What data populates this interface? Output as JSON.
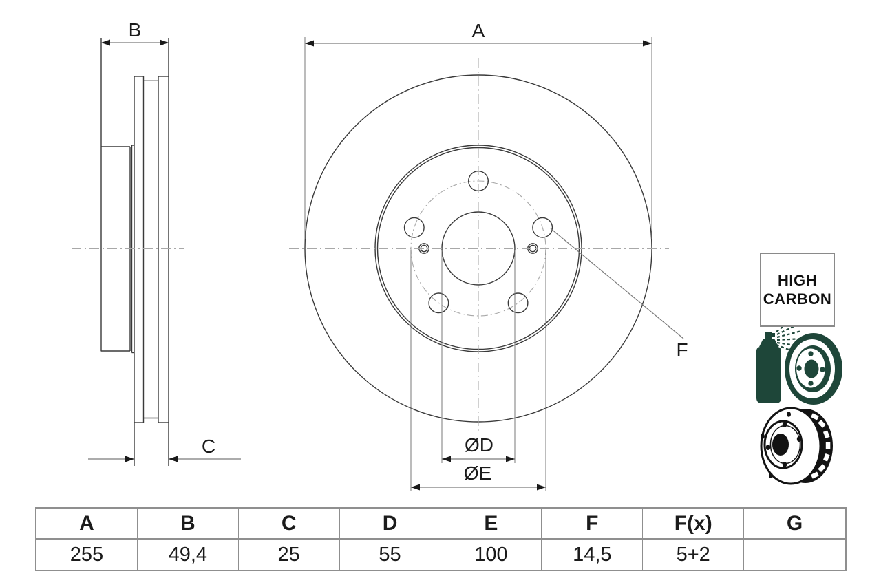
{
  "colors": {
    "background": "#ffffff",
    "line": "#3a3a3a",
    "dim_line": "#7a7a7a",
    "arrow": "#1a1a1a",
    "centerline": "#a8a8a8",
    "table_border": "#8f8f8f",
    "text": "#1b1b1b",
    "icon_green": "#1e4639",
    "icon_black": "#131313"
  },
  "labels": {
    "dim_a": "A",
    "dim_b": "B",
    "dim_c": "C",
    "dim_d": "ØD",
    "dim_e": "ØE",
    "dim_f": "F"
  },
  "badge": {
    "line1": "HIGH",
    "line2": "CARBON"
  },
  "icons": {
    "spray_icon": "spray-coated-disc-icon",
    "vented_disc_icon": "vented-disc-icon"
  },
  "table": {
    "headers": [
      "A",
      "B",
      "C",
      "D",
      "E",
      "F",
      "F(x)",
      "G"
    ],
    "values": [
      "255",
      "49,4",
      "25",
      "55",
      "100",
      "14,5",
      "5+2",
      ""
    ]
  }
}
